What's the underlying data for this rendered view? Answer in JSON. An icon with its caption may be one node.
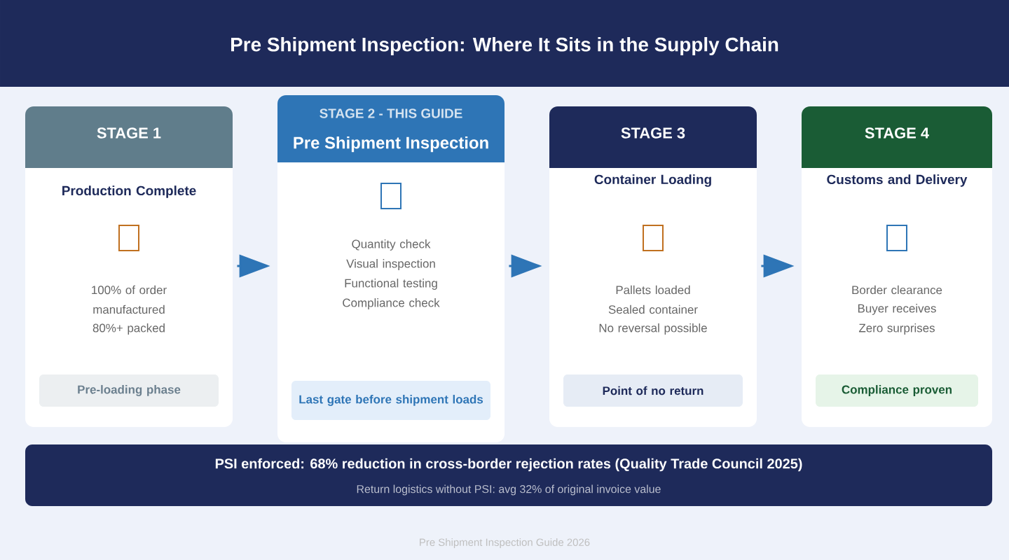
{
  "diagram": {
    "title": "Pre Shipment Inspection: Where It Sits in the Supply Chain",
    "nodes": [
      {
        "text": [
          "STAGE 1",
          "Production Complete",
          "100% of order manufactured",
          "80%+ packed",
          "Pre-loading phase"
        ]
      },
      {
        "text": [
          "STAGE 2 - THIS GUIDE",
          "Pre Shipment Inspection",
          "Quantity check",
          "Visual inspection",
          "Functional testing",
          "Compliance check",
          "Last gate before shipment loads"
        ]
      },
      {
        "text": [
          "STAGE 3",
          "Container Loading",
          "Pallets loaded",
          "Sealed container",
          "No reversal possible",
          "Point of no return"
        ]
      },
      {
        "text": [
          "STAGE 4",
          "Customs and Delivery",
          "Border clearance",
          "Buyer receives",
          "Zero surprises",
          "Compliance proven"
        ]
      },
      {
        "text": [
          "PSI enforced: 68% reduction in cross-border rejection rates (Quality Trade Council 2025)",
          "Return logistics without PSI: avg 32% of original invoice value"
        ]
      }
    ],
    "edges": [
      {
        "from": 0,
        "to": 1,
        "arrow": "to"
      },
      {
        "from": 1,
        "to": 2,
        "arrow": "to"
      },
      {
        "from": 2,
        "to": 3,
        "arrow": "to"
      }
    ],
    "labels": [
      "Pre Shipment Inspection Guide 2026"
    ]
  }
}
